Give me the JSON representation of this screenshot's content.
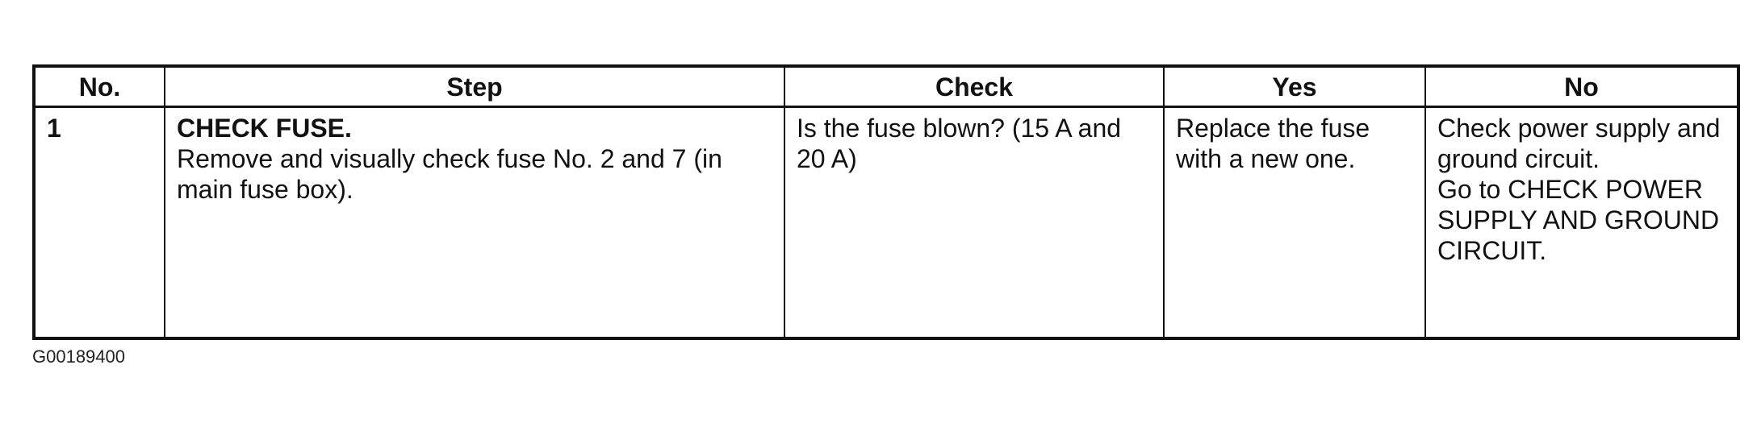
{
  "table": {
    "headers": {
      "no": "No.",
      "step": "Step",
      "check": "Check",
      "yes": "Yes",
      "no_result": "No"
    },
    "rows": [
      {
        "number": "1",
        "step_title": "CHECK FUSE.",
        "step_body": "Remove and visually check fuse No. 2 and 7 (in main fuse box).",
        "check": "Is the fuse blown? (15 A and 20 A)",
        "yes": "Replace the fuse with a new one.",
        "no_action": "Check power supply and ground circuit.",
        "no_goto": "Go to CHECK POWER SUPPLY AND GROUND CIRCUIT."
      }
    ]
  },
  "figure_code": "G00189400"
}
